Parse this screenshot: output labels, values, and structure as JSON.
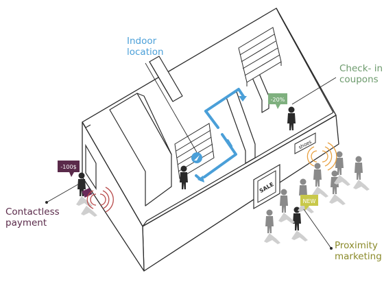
{
  "labels": {
    "indoor_location": "Indoor\nlocation",
    "check_in_coupons": "Check- in\ncoupons",
    "contactless_payment": "Contactless\npayment",
    "proximity_marketing": "Proximity\nmarketing"
  },
  "tags": {
    "price_tag": "-100$",
    "discount_tag": "-20%",
    "new_tag": "NEW",
    "sale_sign": "SALE",
    "shoes_sign": "shoes"
  },
  "colors": {
    "indoor": "#4a9fd8",
    "checkin": "#6c9a6c",
    "contactless": "#5a2a4a",
    "proximity": "#a8a830",
    "wifi_orange": "#e8a040",
    "wifi_red": "#b84a4a",
    "outline": "#2a2a2a",
    "person_dark": "#2a2a2a",
    "person_grey": "#8a8a8a"
  }
}
